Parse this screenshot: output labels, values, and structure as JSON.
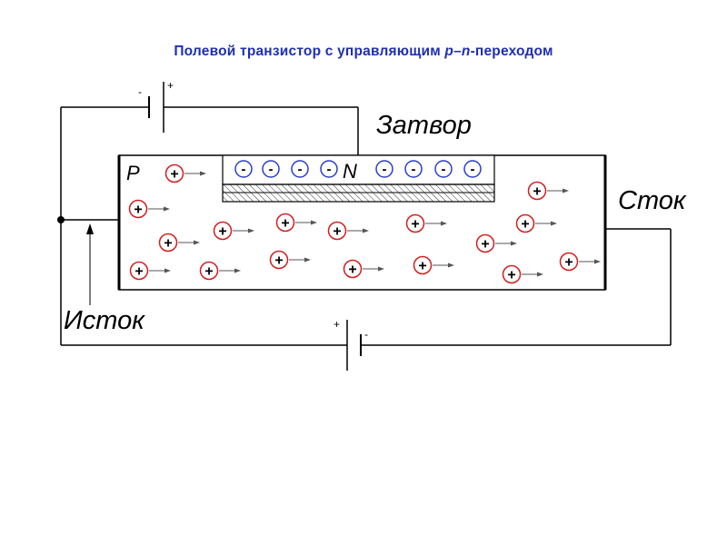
{
  "title": {
    "prefix": "Полевой транзистор с управляющим ",
    "p": "p",
    "dash": "–",
    "n": "n",
    "suffix": "-переходом"
  },
  "labels": {
    "gate": "Затвор",
    "drain": "Сток",
    "source": "Исток",
    "p_region": "P",
    "n_region": "N"
  },
  "gate_battery": {
    "minus": "-",
    "plus": "+"
  },
  "drain_battery": {
    "plus": "+",
    "minus": "-"
  },
  "carriers": {
    "hole_symbol": "+",
    "electron_symbol": "-"
  },
  "colors": {
    "title": "#1f2fb0",
    "hole": "#d21e1e",
    "electron": "#2a3fc8",
    "wire": "#000000"
  }
}
